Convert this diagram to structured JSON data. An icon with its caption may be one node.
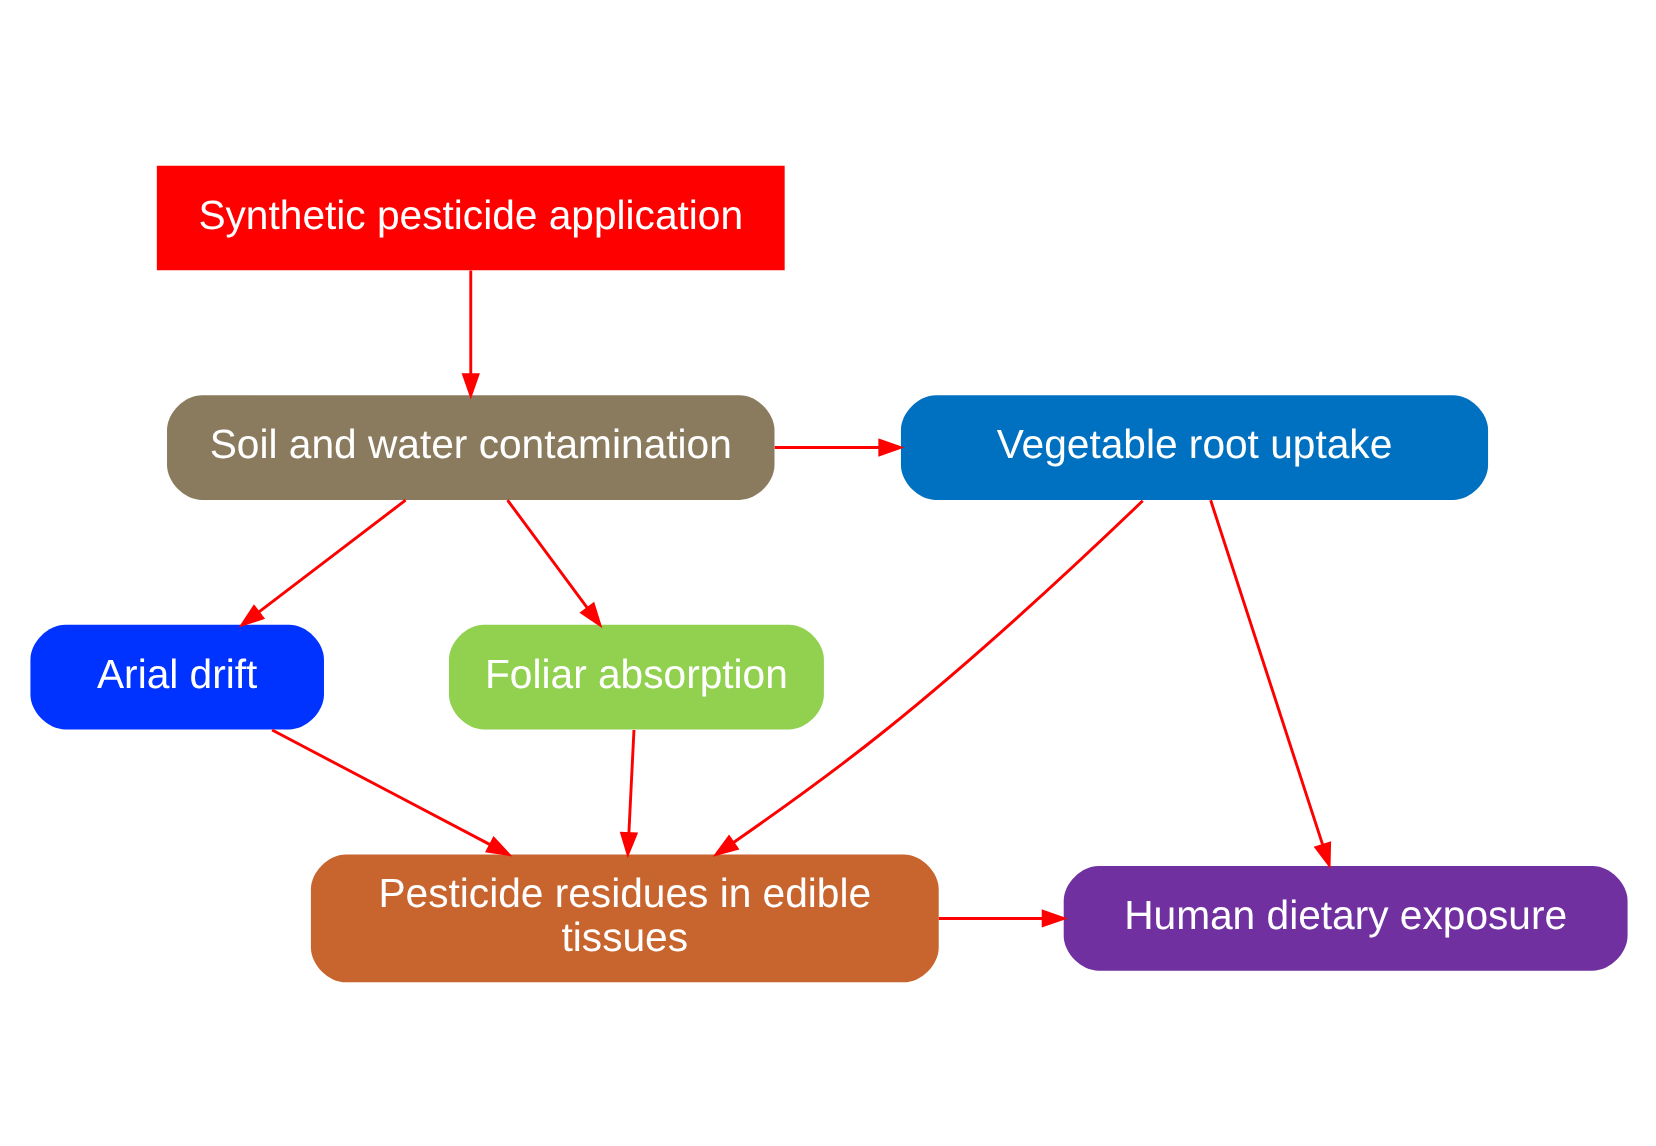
{
  "diagram": {
    "nodes": [
      {
        "text": [
          "Synthetic pesticide application"
        ]
      },
      {
        "text": [
          "Soil and water contamination"
        ]
      },
      {
        "text": [
          "Vegetable root uptake"
        ]
      },
      {
        "text": [
          "Arial drift"
        ]
      },
      {
        "text": [
          "Foliar absorption"
        ]
      },
      {
        "text": [
          "Pesticide residues in edible tissues"
        ]
      },
      {
        "text": [
          "Human dietary exposure"
        ]
      }
    ],
    "edges": [
      {
        "from": 0,
        "to": 1,
        "arrow": "to"
      },
      {
        "from": 1,
        "to": 2,
        "arrow": "to"
      },
      {
        "from": 1,
        "to": 3,
        "arrow": "to"
      },
      {
        "from": 1,
        "to": 4,
        "arrow": "to"
      },
      {
        "from": 3,
        "to": 5,
        "arrow": "to"
      },
      {
        "from": 4,
        "to": 5,
        "arrow": "to"
      },
      {
        "from": 2,
        "to": 5,
        "arrow": "to"
      },
      {
        "from": 2,
        "to": 6,
        "arrow": "to"
      },
      {
        "from": 5,
        "to": 6,
        "arrow": "to"
      }
    ]
  }
}
